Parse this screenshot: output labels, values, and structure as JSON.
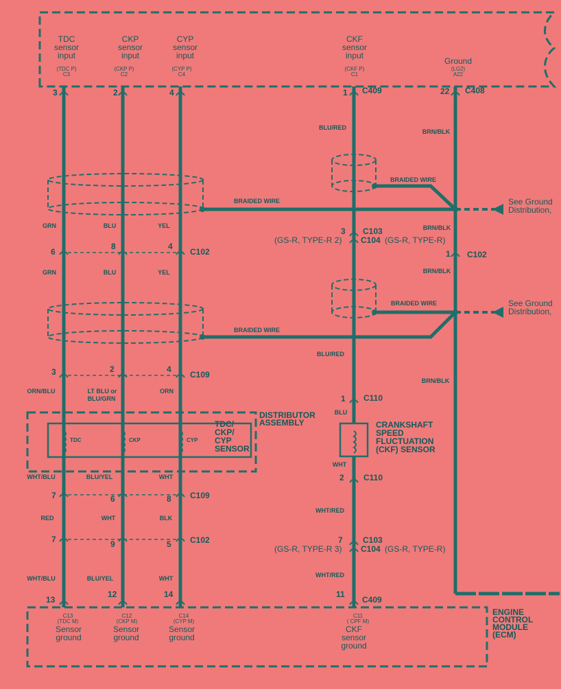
{
  "colors": {
    "background": "#f07a7a",
    "ink": "#14595a",
    "wire": "#1f6e6a"
  },
  "ecm_top": {
    "tdc": {
      "label": [
        "TDC",
        "sensor",
        "input"
      ],
      "pin": "(TDC P)",
      "cav": "C3",
      "num": "3"
    },
    "ckp": {
      "label": [
        "CKP",
        "sensor",
        "input"
      ],
      "pin": "(CKP P)",
      "cav": "C2",
      "num": "2"
    },
    "cyp": {
      "label": [
        "CYP",
        "sensor",
        "input"
      ],
      "pin": "(CYP P)",
      "cav": "C4",
      "num": "4"
    },
    "ckf": {
      "label": [
        "CKF",
        "sensor",
        "input"
      ],
      "pin": "(CKF P)",
      "cav": "C1",
      "num": "1",
      "conn": "C409"
    },
    "ground": {
      "label": "Ground",
      "pin": "(LG2)",
      "cav": "A22",
      "num": "22",
      "conn": "C408"
    }
  },
  "wires": {
    "grn": "GRN",
    "blu": "BLU",
    "yel": "YEL",
    "blu_red": "BLU/RED",
    "brn_blk": "BRN/BLK",
    "orn_blu": "ORN/BLU",
    "lt_blu_1": "LT BLU or",
    "lt_blu_2": "BLU/GRN",
    "orn": "ORN",
    "wht_blu": "WHT/BLU",
    "blu_yel": "BLU/YEL",
    "wht": "WHT",
    "red": "RED",
    "blk": "BLK",
    "wht_red": "WHT/RED"
  },
  "braided_wire": "BRAIDED WIRE",
  "see_ground": [
    "See Ground",
    "Distribution,"
  ],
  "connectors": {
    "c102": "C102",
    "c109": "C109",
    "c110": "C110",
    "c103": "C103",
    "c104": "C104",
    "c103_note": "(GS-R, TYPE-R 2)",
    "c104_note": "(GS-R, TYPE-R)",
    "c103_note_b": "(GS-R, TYPE-R 3)",
    "c104_note_b": "(GS-R, TYPE-R)",
    "c409": "C409"
  },
  "pins": {
    "c102a": [
      "6",
      "8",
      "4"
    ],
    "c109a": [
      "3",
      "2",
      "4"
    ],
    "c109b": [
      "7",
      "6",
      "8"
    ],
    "c102b": [
      "7",
      "9",
      "5"
    ],
    "c409b": [
      "13",
      "12",
      "14"
    ],
    "c103a": "3",
    "c102g": "1",
    "c110a": "1",
    "c110b": "2",
    "c103b": "7",
    "c409c": "11"
  },
  "distributor": {
    "title": [
      "DISTRIBUTOR",
      "ASSEMBLY"
    ],
    "sensor": [
      "TDC/",
      "CKP/",
      "CYP",
      "SENSOR"
    ],
    "coils": [
      "TDC",
      "CKP",
      "CYP"
    ]
  },
  "ckf_sensor": [
    "CRANKSHAFT",
    "SPEED",
    "FLUCTUATION",
    "(CKF) SENSOR"
  ],
  "ecm_bottom": {
    "tdc": {
      "cav": "C13",
      "pin": "(TDC M)",
      "label": [
        "Sensor",
        "ground"
      ]
    },
    "ckp": {
      "cav": "C12",
      "pin": "(CKP M)",
      "label": [
        "Sensor",
        "ground"
      ]
    },
    "cyp": {
      "cav": "C14",
      "pin": "(CYP M)",
      "label": [
        "Sensor",
        "ground"
      ]
    },
    "ckf": {
      "cav": "C11",
      "pin": "( CPF M)",
      "label": [
        "CKF",
        "sensor",
        "ground"
      ]
    }
  },
  "ecm_name": [
    "ENGINE",
    "CONTROL",
    "MODULE",
    "(ECM)"
  ]
}
